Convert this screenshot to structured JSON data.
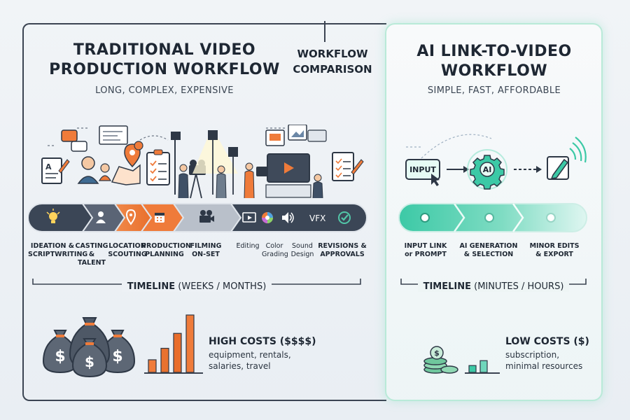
{
  "center_title": "WORKFLOW\nCOMPARISON",
  "traditional": {
    "title": "TRADITIONAL VIDEO\nPRODUCTION WORKFLOW",
    "subtitle": "LONG, COMPLEX, EXPENSIVE",
    "steps": [
      {
        "label": "IDEATION &\nSCRIPTWRITING",
        "icon": "lightbulb-icon"
      },
      {
        "label": "CASTING\n& TALENT",
        "icon": "person-icon"
      },
      {
        "label": "LOCATION\nSCOUTING",
        "icon": "map-pin-icon"
      },
      {
        "label": "PRODUCTION\nPLANNING",
        "icon": "calendar-icon"
      },
      {
        "label": "FILMING\nON-SET",
        "icon": "film-camera-icon"
      },
      {
        "label": "Editing",
        "icon": "editing-monitor-icon"
      },
      {
        "label": "Color\nGrading",
        "icon": "color-wheel-icon"
      },
      {
        "label": "Sound\nDesign",
        "icon": "speaker-icon"
      },
      {
        "label": "REVISIONS &\nAPPROVALS",
        "icon": "checkmark-icon"
      }
    ],
    "vfx_label": "VFX",
    "timeline_bold": "TIMELINE",
    "timeline_rest": " (WEEKS / MONTHS)",
    "cost_title": "HIGH COSTS ($$$$)",
    "cost_desc": "equipment, rentals,\nsalaries, travel",
    "money_symbol": "$"
  },
  "ai": {
    "title": "AI LINK-TO-VIDEO\nWORKFLOW",
    "subtitle": "SIMPLE, FAST, AFFORDABLE",
    "input_label": "INPUT",
    "ai_label": "AI",
    "steps": [
      {
        "label": "INPUT LINK\nor PROMPT"
      },
      {
        "label": "AI GENERATION\n& SELECTION"
      },
      {
        "label": "MINOR EDITS\n& EXPORT"
      }
    ],
    "timeline_bold": "TIMELINE",
    "timeline_rest": " (MINUTES / HOURS)",
    "cost_title": "LOW COSTS ($)",
    "cost_desc": "subscription,\nminimal resources",
    "coin_symbol": "$"
  },
  "colors": {
    "dark_navy": "#3b4656",
    "orange": "#ef7b3a",
    "teal": "#3cc9a6",
    "light_teal": "#bdeee2",
    "bar_grey": "#5c6675"
  },
  "cost_bars_high": [
    0.22,
    0.42,
    0.68,
    1.0
  ],
  "cost_bars_low": [
    0.35,
    0.6
  ]
}
